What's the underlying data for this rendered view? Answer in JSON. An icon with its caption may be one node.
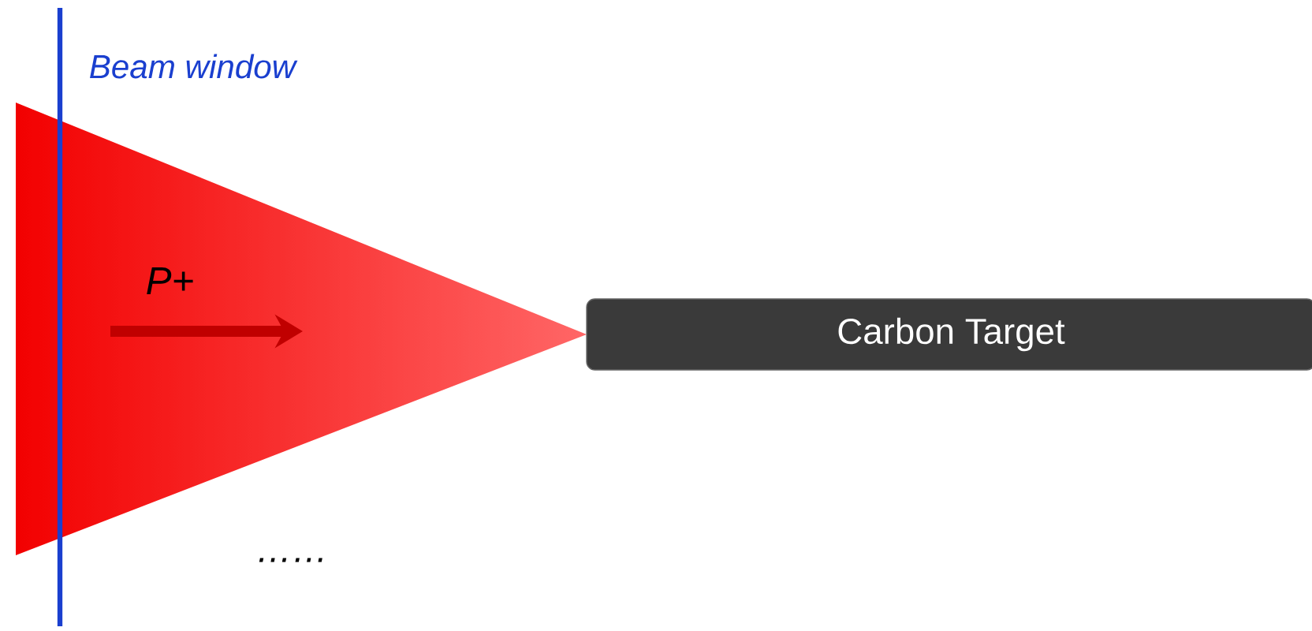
{
  "diagram": {
    "nodes": [
      {
        "text": [
          "Carbon Target"
        ]
      }
    ],
    "labels": [
      "Beam window",
      "P+",
      "……"
    ]
  }
}
